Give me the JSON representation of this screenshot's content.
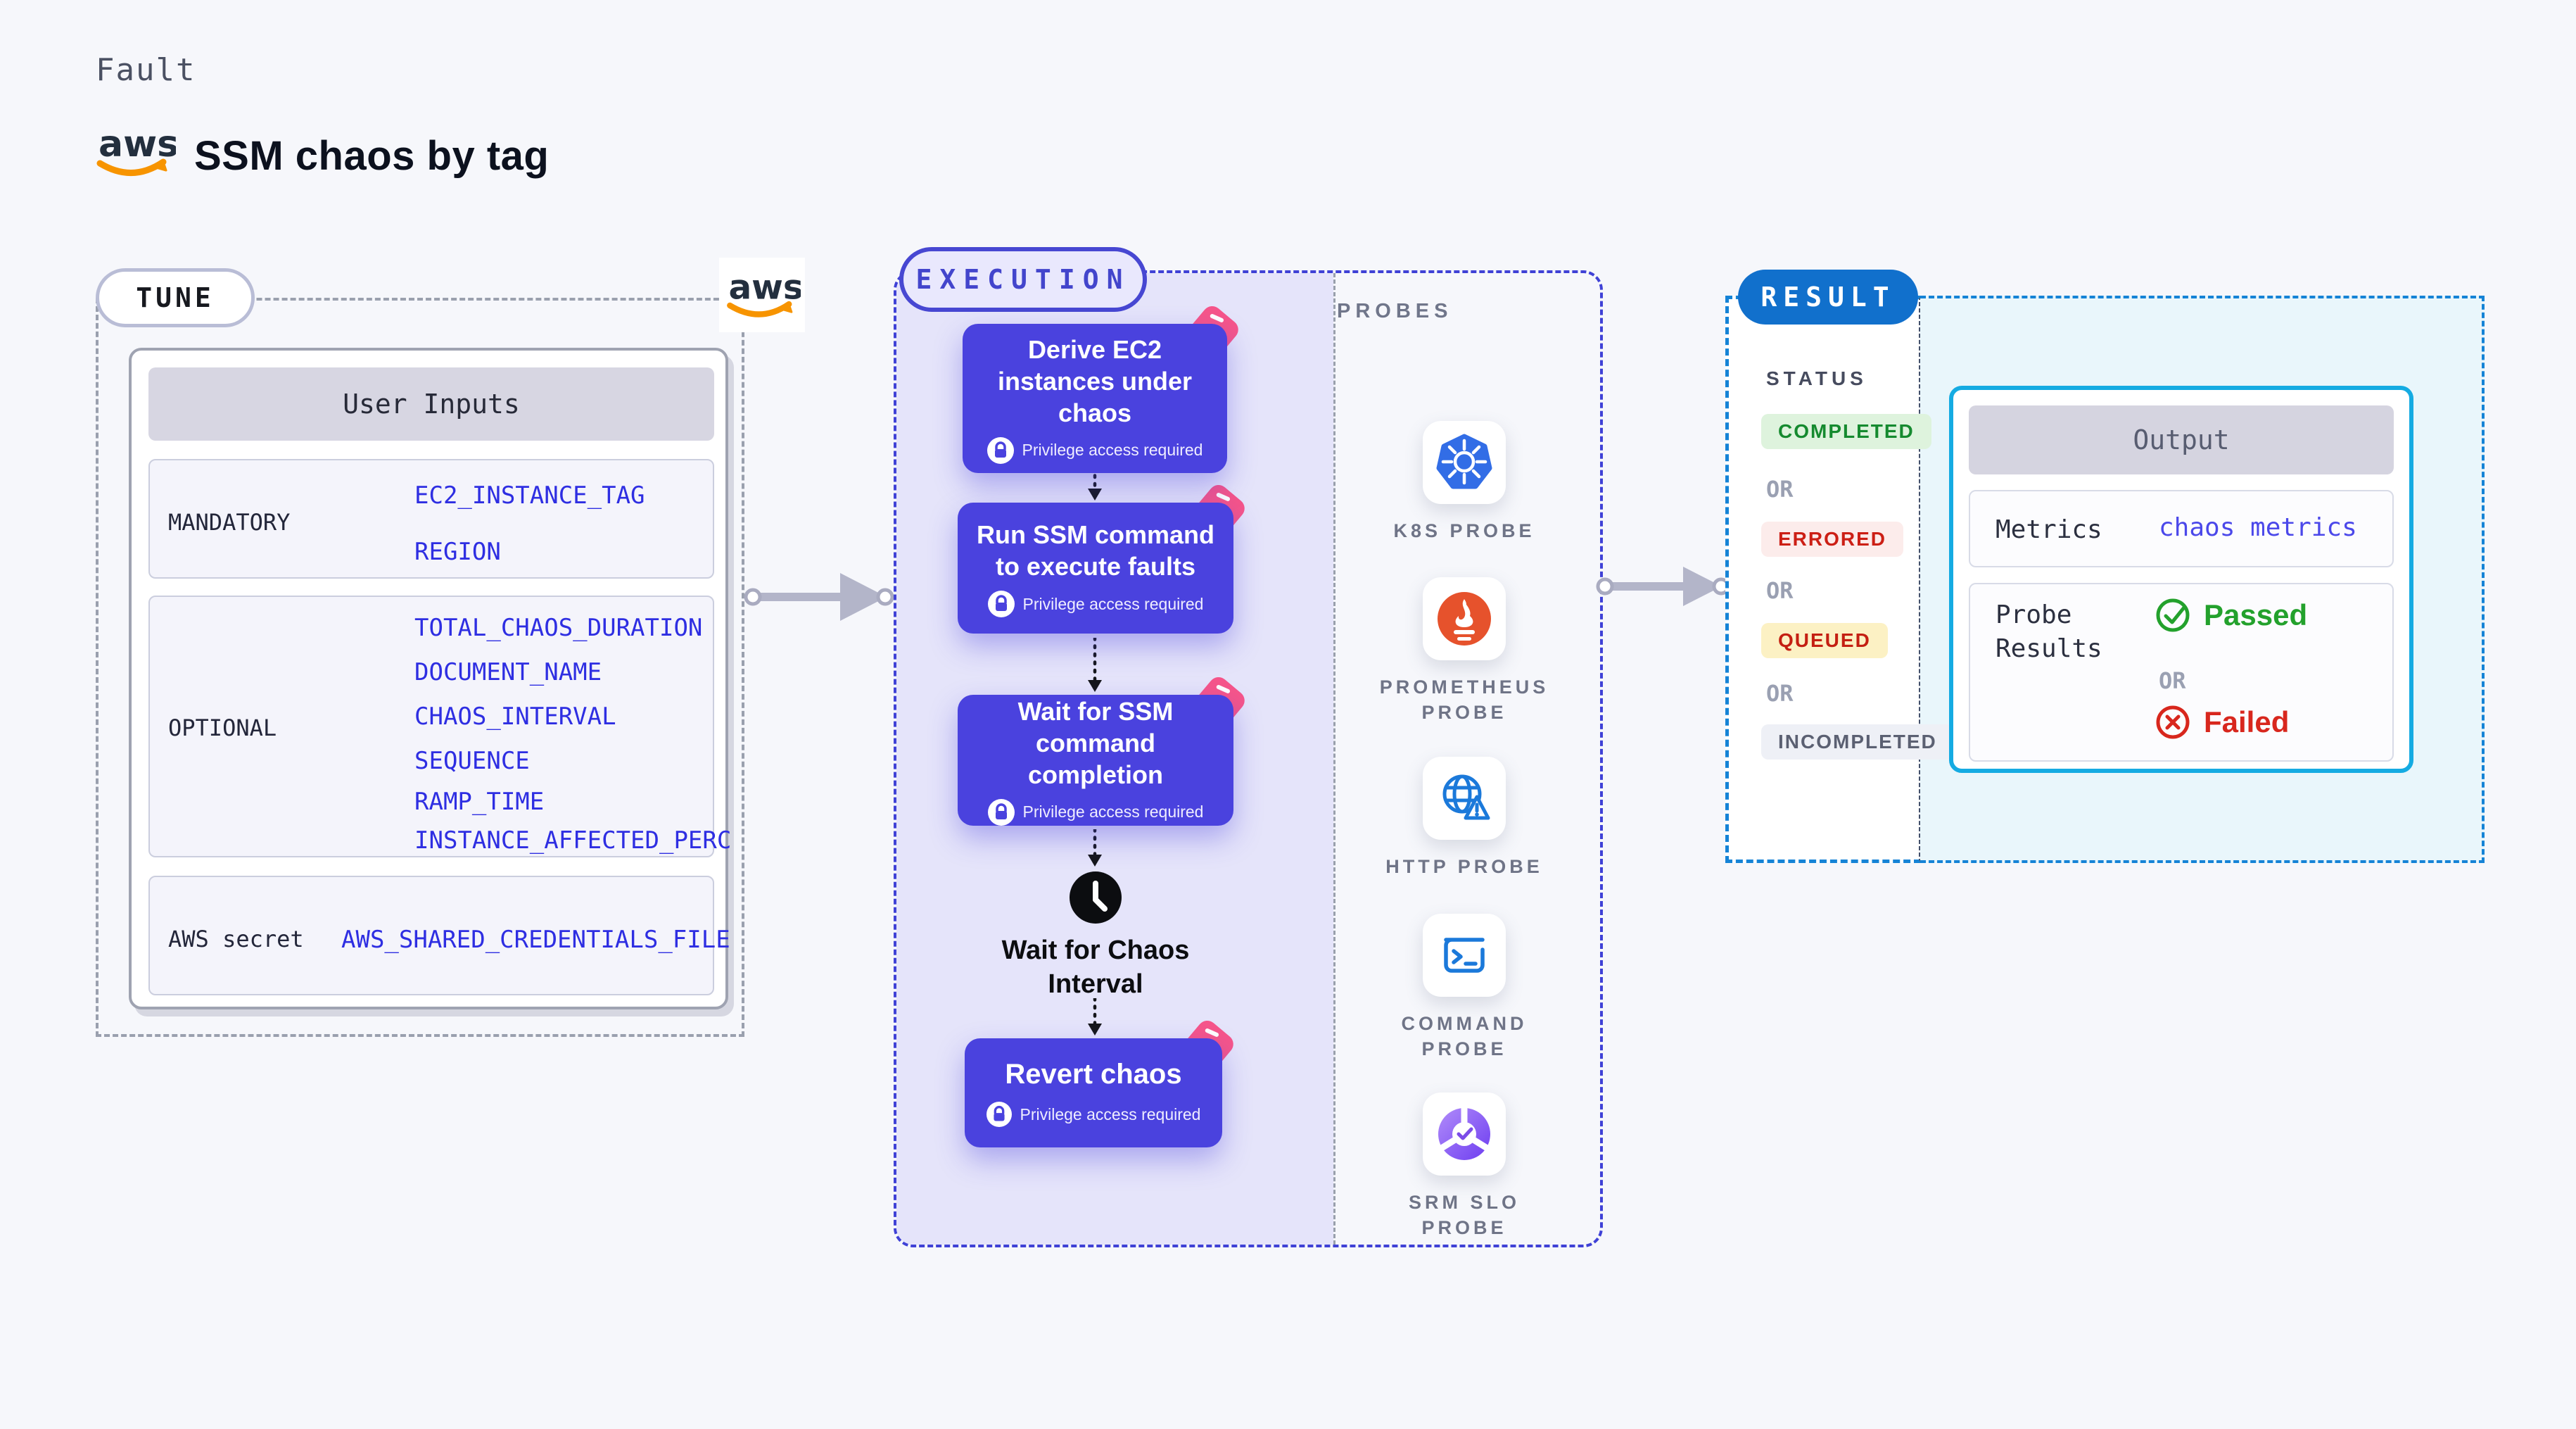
{
  "header": {
    "kicker": "Fault",
    "title": "SSM chaos by tag",
    "aws_logo_text": "aws"
  },
  "tune": {
    "label": "TUNE",
    "table": {
      "title": "User Inputs",
      "rows": [
        {
          "label": "MANDATORY",
          "fields": [
            "EC2_INSTANCE_TAG",
            "REGION"
          ]
        },
        {
          "label": "OPTIONAL",
          "fields": [
            "TOTAL_CHAOS_DURATION",
            "DOCUMENT_NAME",
            "CHAOS_INTERVAL",
            "SEQUENCE",
            "RAMP_TIME",
            "INSTANCE_AFFECTED_PERC"
          ]
        },
        {
          "label": "AWS secret",
          "fields": [
            "AWS_SHARED_CREDENTIALS_FILE"
          ]
        }
      ]
    }
  },
  "execution": {
    "label": "EXECUTION",
    "privilege_note": "Privilege access required",
    "nodes": [
      "Derive EC2 instances under chaos",
      "Run SSM command to execute faults",
      "Wait for SSM command completion",
      "Revert chaos"
    ],
    "wait_step": "Wait for Chaos Interval"
  },
  "probes": {
    "label": "PROBES",
    "items": [
      "K8S PROBE",
      "PROMETHEUS PROBE",
      "HTTP PROBE",
      "COMMAND PROBE",
      "SRM SLO PROBE"
    ]
  },
  "result": {
    "label": "RESULT",
    "status_title": "STATUS",
    "or_label": "OR",
    "statuses": [
      {
        "label": "COMPLETED",
        "type": "success"
      },
      {
        "label": "ERRORED",
        "type": "error"
      },
      {
        "label": "QUEUED",
        "type": "queued"
      },
      {
        "label": "INCOMPLETED",
        "type": "incomplete"
      }
    ],
    "output": {
      "title": "Output",
      "metrics_label": "Metrics",
      "metrics_value": "chaos metrics",
      "probe_results_label": "Probe Results",
      "passed_label": "Passed",
      "failed_label": "Failed"
    }
  },
  "colors": {
    "background": "#f6f7fb",
    "node_indigo": "#4a42de",
    "execution_fill": "#e5e4fa",
    "execution_border": "#3f41d6",
    "result_blue": "#1170cc",
    "output_border": "#15abe2",
    "field_value_blue": "#2e2ee2",
    "metrics_value_blue": "#4b48ea",
    "passed_green": "#23a12c",
    "failed_red": "#d8271d",
    "completed_green": "#158a2f",
    "errored_red": "#cc1f15",
    "queued_text": "#c41f12",
    "chaos_pink": "#f6558a",
    "aws_orange": "#f79400",
    "k8s_blue": "#326de6",
    "prometheus_orange": "#e6522c",
    "probe_icon_blue": "#1b79da",
    "srm_purple": "#7c4ce8"
  }
}
